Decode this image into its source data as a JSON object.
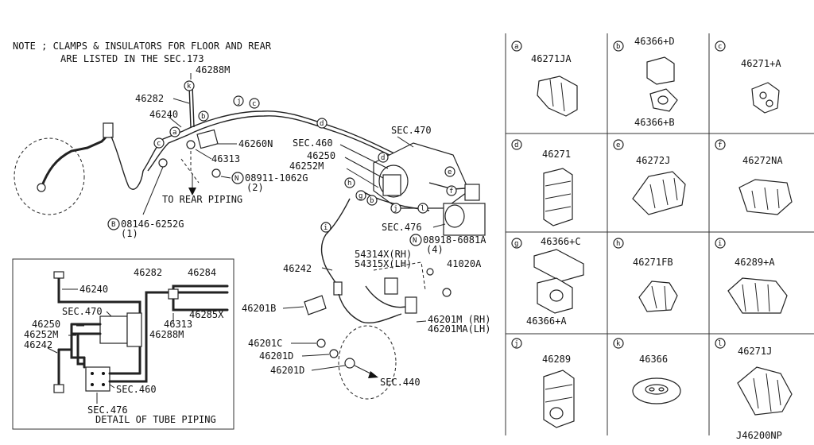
{
  "note": {
    "line1": "NOTE ; CLAMPS & INSULATORS FOR FLOOR AND REAR",
    "line2": "ARE LISTED IN THE SEC.173"
  },
  "main_labels": {
    "p46288M": "46288M",
    "p46282": "46282",
    "p46240": "46240",
    "p46260N": "46260N",
    "p46313": "46313",
    "n08911": "08911-1062G",
    "n08911_qty": "(2)",
    "to_rear": "TO REAR PIPING",
    "b08146": "08146-6252G",
    "b08146_qty": "(1)",
    "sec470": "SEC.470",
    "sec460": "SEC.460",
    "p46250": "46250",
    "p46252M": "46252M",
    "sec476": "SEC.476",
    "n08918": "08918-6081A",
    "n08918_qty": "(4)",
    "p54314X": "54314X(RH)",
    "p54315X": "54315X(LH)",
    "p41020A": "41020A",
    "p46242": "46242",
    "p46201B": "46201B",
    "p46201M": "46201M (RH)",
    "p46201MA": "46201MA(LH)",
    "p46201C": "46201C",
    "p46201D_a": "46201D",
    "p46201D_b": "46201D",
    "sec440": "SEC.440"
  },
  "detail": {
    "p46282": "46282",
    "p46284": "46284",
    "p46240": "46240",
    "sec470": "SEC.470",
    "p46285X": "46285X",
    "p46250": "46250",
    "p46313": "46313",
    "p46252M": "46252M",
    "p46288M": "46288M",
    "p46242": "46242",
    "sec460": "SEC.460",
    "sec476": "SEC.476",
    "caption": "DETAIL OF TUBE PIPING"
  },
  "markers": {
    "N": "N",
    "B": "B"
  },
  "grid_cells": [
    {
      "letter": "a",
      "parts": [
        "46271JA"
      ]
    },
    {
      "letter": "b",
      "parts": [
        "46366+D",
        "46366+B"
      ]
    },
    {
      "letter": "c",
      "parts": [
        "46271+A"
      ]
    },
    {
      "letter": "d",
      "parts": [
        "46271"
      ]
    },
    {
      "letter": "e",
      "parts": [
        "46272J"
      ]
    },
    {
      "letter": "f",
      "parts": [
        "46272NA"
      ]
    },
    {
      "letter": "g",
      "parts": [
        "46366+C",
        "46366+A"
      ]
    },
    {
      "letter": "h",
      "parts": [
        "46271FB"
      ]
    },
    {
      "letter": "i",
      "parts": [
        "46289+A"
      ]
    },
    {
      "letter": "j",
      "parts": [
        "46289"
      ]
    },
    {
      "letter": "k",
      "parts": [
        "46366"
      ]
    },
    {
      "letter": "l",
      "parts": [
        "46271J"
      ]
    }
  ],
  "diagram_code": "J46200NP"
}
